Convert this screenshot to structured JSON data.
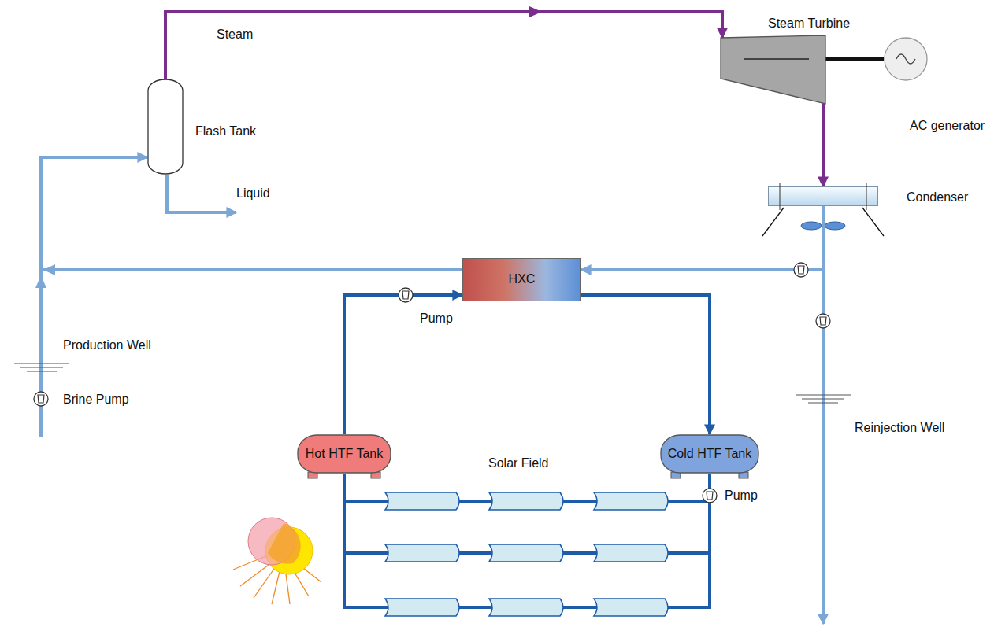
{
  "diagram": {
    "nodes": [
      {
        "text": [
          "Flash Tank"
        ]
      },
      {
        "text": [
          "Steam Turbine"
        ]
      },
      {
        "text": [
          "AC generator"
        ]
      },
      {
        "text": [
          "Condenser"
        ]
      },
      {
        "text": [
          "HXC"
        ]
      },
      {
        "text": [
          "Hot HTF Tank"
        ]
      },
      {
        "text": [
          "Cold HTF Tank"
        ]
      }
    ],
    "edges": [
      {
        "from": 0,
        "to": 1,
        "arrow": "to",
        "label": "Steam"
      },
      {
        "from": 1,
        "to": 2,
        "arrow": "none"
      },
      {
        "from": 1,
        "to": 3,
        "arrow": "to"
      },
      {
        "from": 3,
        "to": 4,
        "arrow": "to"
      },
      {
        "from": 4,
        "to": 0,
        "arrow": "to"
      },
      {
        "from": 5,
        "to": 4,
        "arrow": "to"
      },
      {
        "from": 4,
        "to": 6,
        "arrow": "to"
      },
      {
        "from": 6,
        "to": 5,
        "arrow": "none"
      }
    ],
    "labels": [
      "Liquid",
      "Production Well",
      "Brine Pump",
      "Pump",
      "Solar Field",
      "Pump",
      "Reinjection Well"
    ]
  }
}
